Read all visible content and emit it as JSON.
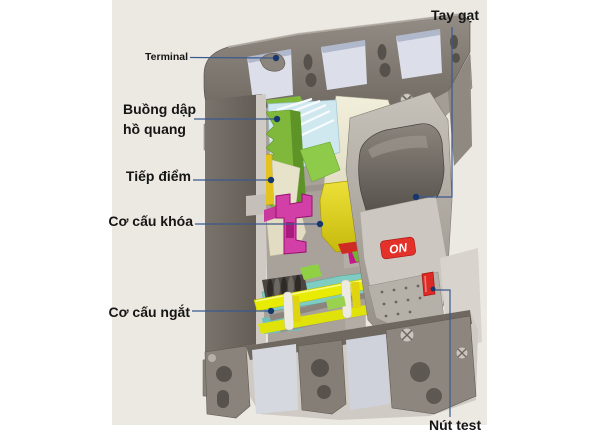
{
  "labels": {
    "handle": "Tay gạt",
    "terminal": "Terminal",
    "arc_chute_line1": "Buồng dập",
    "arc_chute_line2": "hồ quang",
    "contact": "Tiếp điểm",
    "locking_mechanism": "Cơ cấu khóa",
    "tripping_mechanism": "Cơ cấu ngắt",
    "test_button": "Nút test"
  },
  "device": {
    "on_label": "ON"
  },
  "colors": {
    "page_background": "#ffffff",
    "panel_background": "#ece9e2",
    "label_text": "#151515",
    "leader_line": "#3a5a8e",
    "leader_dot": "#16386e",
    "on_badge_red": "#e4322b",
    "test_button_red": "#dd2a24",
    "case_gray_dark": "#6b655e",
    "case_gray_light": "#c6c1b9",
    "arc_plates_blue": "#cfe7ee",
    "arc_chute_green": "#7fb83a",
    "latch_pink": "#d23fa6",
    "coil_yellow": "#e0d019",
    "crossbar_yellow": "#e8ec04",
    "mechanism_teal": "#7fccc3",
    "pole_opening_lavender": "#dcdee9"
  }
}
